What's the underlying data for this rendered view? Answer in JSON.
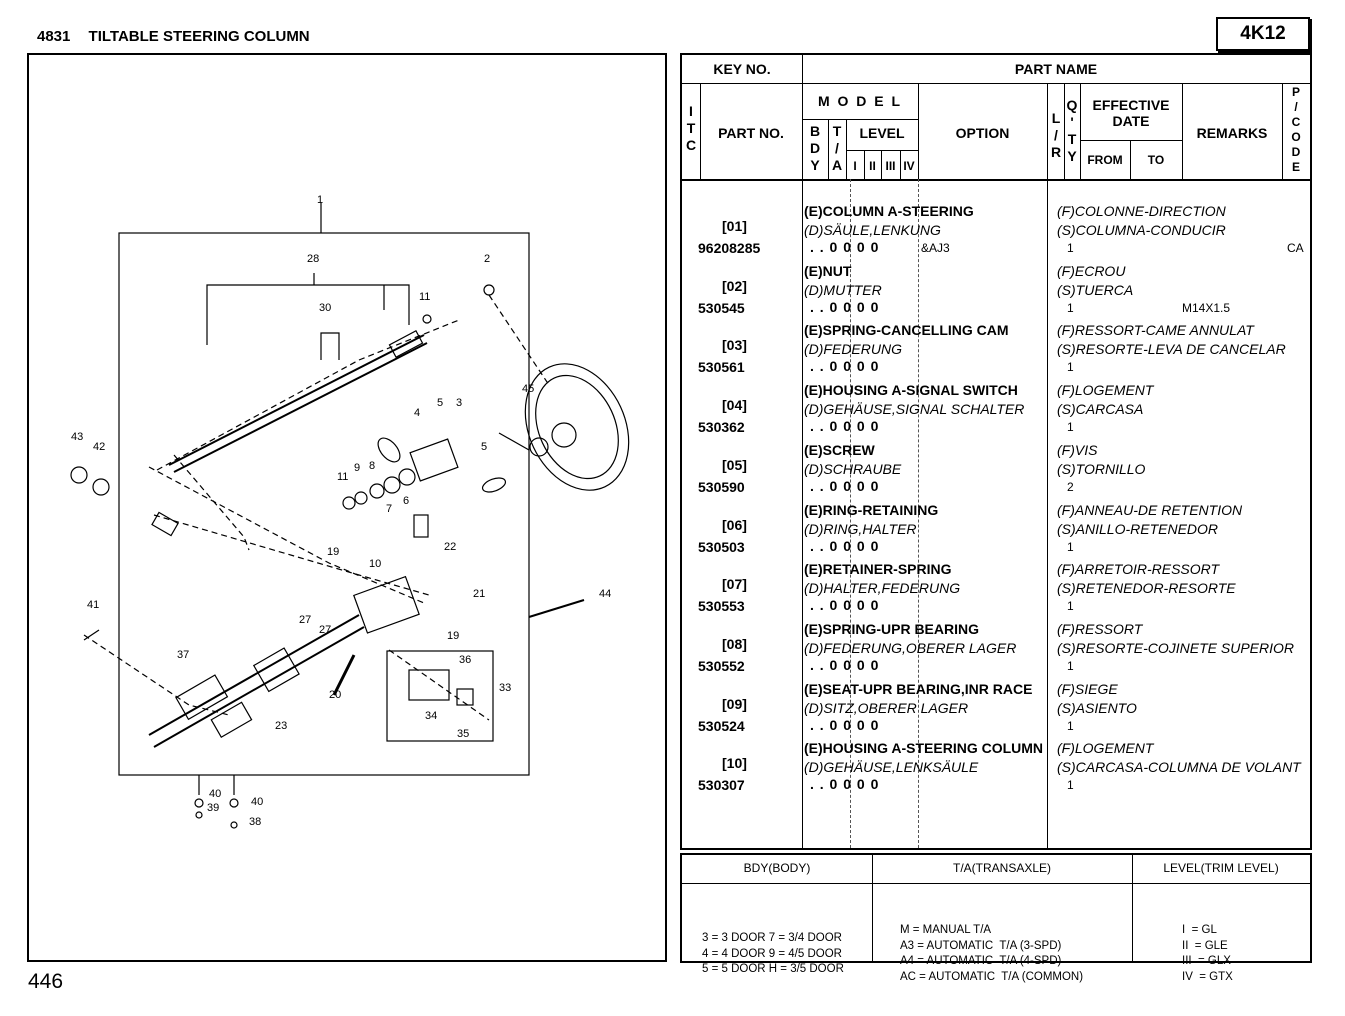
{
  "header": {
    "section": "4831",
    "title": "TILTABLE STEERING COLUMN",
    "code": "4K12",
    "page": "446"
  },
  "table_header": {
    "key_no": "KEY NO.",
    "part_name": "PART NAME",
    "itc": [
      "I",
      "T",
      "C"
    ],
    "part_no": "PART NO.",
    "model": "M O D E L",
    "bdy": [
      "B",
      "D",
      "Y"
    ],
    "ta": [
      "T",
      "/",
      "A"
    ],
    "level": "LEVEL",
    "level_cols": [
      "I",
      "II",
      "III",
      "IV"
    ],
    "option": "OPTION",
    "lr": [
      "L",
      "/",
      "R"
    ],
    "qty": [
      "Q",
      "'",
      "T",
      "Y"
    ],
    "effective_date": "EFFECTIVE DATE",
    "from": "FROM",
    "to": "TO",
    "remarks": "REMARKS",
    "picode": [
      "P",
      "/",
      "C",
      "O",
      "D",
      "E"
    ]
  },
  "rows": [
    {
      "key": "[01]",
      "part_no": "96208285",
      "model": ". .  0 0 0 0",
      "option": "&AJ3",
      "qty": "1",
      "remarks": "",
      "picode": "CA",
      "e": "(E)COLUMN A-STEERING",
      "d": "(D)SÄULE,LENKUNG",
      "f": "(F)COLONNE-DIRECTION",
      "s": "(S)COLUMNA-CONDUCIR"
    },
    {
      "key": "[02]",
      "part_no": "530545",
      "model": ". .  0 0 0 0",
      "option": "",
      "qty": "1",
      "remarks": "M14X1.5",
      "picode": "",
      "e": "(E)NUT",
      "d": "(D)MUTTER",
      "f": "(F)ECROU",
      "s": "(S)TUERCA"
    },
    {
      "key": "[03]",
      "part_no": "530561",
      "model": ". .  0 0 0 0",
      "option": "",
      "qty": "1",
      "remarks": "",
      "picode": "",
      "e": "(E)SPRING-CANCELLING CAM",
      "d": "(D)FEDERUNG",
      "f": "(F)RESSORT-CAME ANNULAT",
      "s": "(S)RESORTE-LEVA DE CANCELAR"
    },
    {
      "key": "[04]",
      "part_no": "530362",
      "model": ". .  0 0 0 0",
      "option": "",
      "qty": "1",
      "remarks": "",
      "picode": "",
      "e": "(E)HOUSING A-SIGNAL SWITCH",
      "d": "(D)GEHÄUSE,SIGNAL SCHALTER",
      "f": "(F)LOGEMENT",
      "s": "(S)CARCASA"
    },
    {
      "key": "[05]",
      "part_no": "530590",
      "model": ". .  0 0 0 0",
      "option": "",
      "qty": "2",
      "remarks": "",
      "picode": "",
      "e": "(E)SCREW",
      "d": "(D)SCHRAUBE",
      "f": "(F)VIS",
      "s": "(S)TORNILLO"
    },
    {
      "key": "[06]",
      "part_no": "530503",
      "model": ". .  0 0 0 0",
      "option": "",
      "qty": "1",
      "remarks": "",
      "picode": "",
      "e": "(E)RING-RETAINING",
      "d": "(D)RING,HALTER",
      "f": "(F)ANNEAU-DE RETENTION",
      "s": "(S)ANILLO-RETENEDOR"
    },
    {
      "key": "[07]",
      "part_no": "530553",
      "model": ". .  0 0 0 0",
      "option": "",
      "qty": "1",
      "remarks": "",
      "picode": "",
      "e": "(E)RETAINER-SPRING",
      "d": "(D)HALTER,FEDERUNG",
      "f": "(F)ARRETOIR-RESSORT",
      "s": "(S)RETENEDOR-RESORTE"
    },
    {
      "key": "[08]",
      "part_no": "530552",
      "model": ". .  0 0 0 0",
      "option": "",
      "qty": "1",
      "remarks": "",
      "picode": "",
      "e": "(E)SPRING-UPR BEARING",
      "d": "(D)FEDERUNG,OBERER LAGER",
      "f": "(F)RESSORT",
      "s": "(S)RESORTE-COJINETE SUPERIOR"
    },
    {
      "key": "[09]",
      "part_no": "530524",
      "model": ". .  0 0 0 0",
      "option": "",
      "qty": "1",
      "remarks": "",
      "picode": "",
      "e": "(E)SEAT-UPR BEARING,INR RACE",
      "d": "(D)SITZ,OBERER LAGER",
      "f": "(F)SIEGE",
      "s": "(S)ASIENTO"
    },
    {
      "key": "[10]",
      "part_no": "530307",
      "model": ". .  0 0 0 0",
      "option": "",
      "qty": "1",
      "remarks": "",
      "picode": "",
      "e": "(E)HOUSING A-STEERING COLUMN",
      "d": "(D)GEHÄUSE,LENKSÄULE",
      "f": "(F)LOGEMENT",
      "s": "(S)CARCASA-COLUMNA DE VOLANT"
    }
  ],
  "legend": {
    "bdy_title": "BDY(BODY)",
    "bdy_lines": [
      "3 = 3 DOOR 7 = 3/4 DOOR",
      "4 = 4 DOOR 9 = 4/5 DOOR",
      "5 = 5 DOOR H = 3/5 DOOR"
    ],
    "ta_title": "T/A(TRANSAXLE)",
    "ta_lines": [
      "M = MANUAL T/A",
      "A3 = AUTOMATIC  T/A (3-SPD)",
      "A4 = AUTOMATIC  T/A (4-SPD)",
      "AC = AUTOMATIC  T/A (COMMON)"
    ],
    "level_title": "LEVEL(TRIM LEVEL)",
    "level_lines": [
      "I  = GL",
      "II  = GLE",
      "III  = GLX",
      "IV  = GTX"
    ]
  },
  "diagram_labels": [
    "1",
    "2",
    "28",
    "30",
    "11",
    "45",
    "4",
    "5",
    "3",
    "5",
    "43",
    "42",
    "11",
    "9",
    "8",
    "7",
    "6",
    "22",
    "19",
    "10",
    "21",
    "44",
    "19",
    "41",
    "27",
    "27",
    "37",
    "20",
    "23",
    "36",
    "33",
    "34",
    "35",
    "40",
    "39",
    "40",
    "38"
  ]
}
